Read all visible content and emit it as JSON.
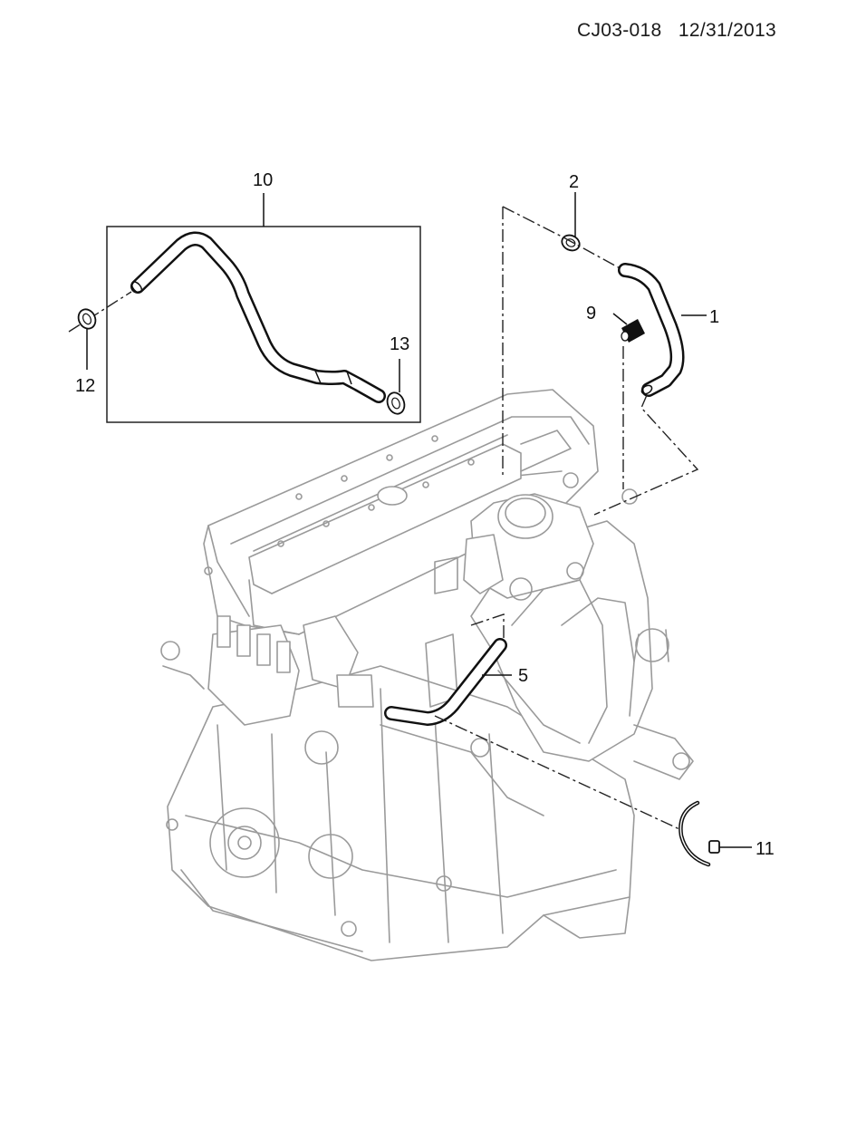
{
  "header": {
    "code": "CJ03-018",
    "date": "12/31/2013"
  },
  "callouts": [
    "1",
    "2",
    "5",
    "9",
    "10",
    "11",
    "12",
    "13"
  ]
}
